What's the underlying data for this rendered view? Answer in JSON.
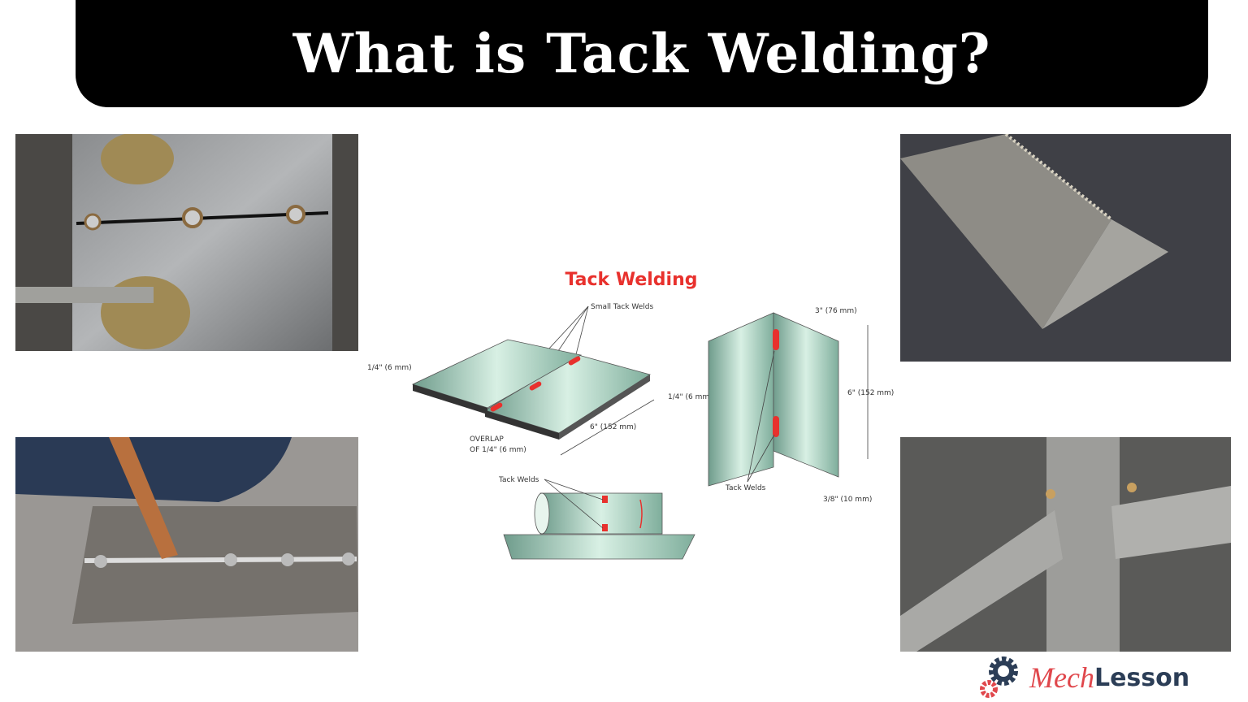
{
  "header": {
    "title": "What is Tack Welding?"
  },
  "diagram": {
    "title": "Tack Welding",
    "label_small_tack_welds": "Small Tack Welds",
    "label_tack_welds_pipe": "Tack Welds",
    "label_tack_welds_corner": "Tack Welds",
    "dim_top_plate_thickness": "1/4\" (6 mm)",
    "dim_bottom_plate_thickness": "1/4\" (6 mm)",
    "dim_overlap_line1": "OVERLAP",
    "dim_overlap_line2": "OF 1/4\" (6 mm)",
    "dim_plate_length": "6\" (152 mm)",
    "dim_corner_width": "3\" (76 mm)",
    "dim_corner_height": "6\" (152 mm)",
    "dim_corner_thickness": "3/8\" (10 mm)",
    "colors": {
      "title": "#e8312d",
      "weld": "#e8312d",
      "metal": "#9fd3b8"
    }
  },
  "photos": [
    {
      "name": "clamped-plates-tack-welds"
    },
    {
      "name": "angle-plate-tack-welds"
    },
    {
      "name": "mig-torch-tack-welding"
    },
    {
      "name": "tube-frame-tack-welds"
    }
  ],
  "logo": {
    "part1": "Mech",
    "part2": "Lesson",
    "colors": {
      "red": "#e0474c",
      "navy": "#2c3e57"
    }
  }
}
